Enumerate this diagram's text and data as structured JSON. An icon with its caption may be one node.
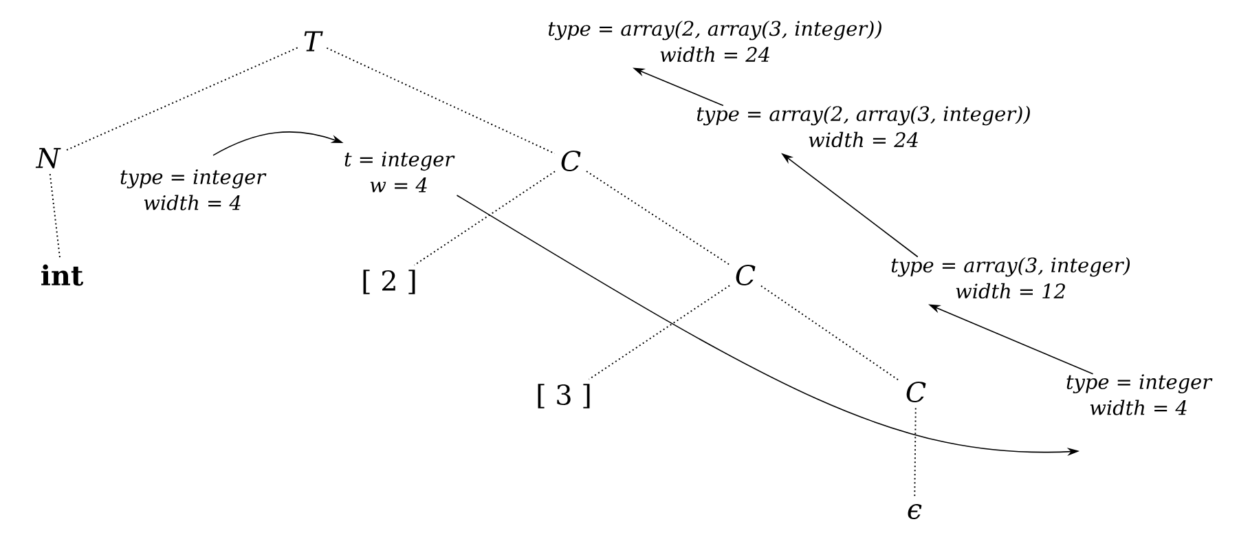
{
  "diagram": {
    "nodes": [
      {
        "text": [
          "T"
        ]
      },
      {
        "text": [
          "N"
        ]
      },
      {
        "text": [
          "int"
        ]
      },
      {
        "text": [
          "C"
        ]
      },
      {
        "text": [
          "[ 2 ]"
        ]
      },
      {
        "text": [
          "C"
        ]
      },
      {
        "text": [
          "[ 3 ]"
        ]
      },
      {
        "text": [
          "C"
        ]
      },
      {
        "text": [
          "ϵ"
        ]
      },
      {
        "text": [
          "type = integer",
          "width = 4"
        ]
      },
      {
        "text": [
          "t = integer",
          "w = 4"
        ]
      },
      {
        "text": [
          "type = array(2, array(3, integer))",
          "width = 24"
        ]
      },
      {
        "text": [
          "type = array(2, array(3, integer))",
          "width = 24"
        ]
      },
      {
        "text": [
          "type = array(3, integer)",
          "width = 12"
        ]
      },
      {
        "text": [
          "type = integer",
          "width = 4"
        ]
      }
    ],
    "edges": [
      {
        "from": 0,
        "to": 1,
        "arrow": "none",
        "style": "dashed"
      },
      {
        "from": 0,
        "to": 3,
        "arrow": "none",
        "style": "dashed"
      },
      {
        "from": 1,
        "to": 2,
        "arrow": "none",
        "style": "dashed"
      },
      {
        "from": 3,
        "to": 4,
        "arrow": "none",
        "style": "dashed"
      },
      {
        "from": 3,
        "to": 5,
        "arrow": "none",
        "style": "dashed"
      },
      {
        "from": 5,
        "to": 6,
        "arrow": "none",
        "style": "dashed"
      },
      {
        "from": 5,
        "to": 7,
        "arrow": "none",
        "style": "dashed"
      },
      {
        "from": 7,
        "to": 8,
        "arrow": "none",
        "style": "dashed"
      },
      {
        "from": 9,
        "to": 10,
        "arrow": "to"
      },
      {
        "from": 10,
        "to": null,
        "arrow": "to"
      },
      {
        "from": 14,
        "to": 13,
        "arrow": "to"
      },
      {
        "from": 13,
        "to": 12,
        "arrow": "to"
      },
      {
        "from": 12,
        "to": 11,
        "arrow": "to"
      }
    ]
  }
}
